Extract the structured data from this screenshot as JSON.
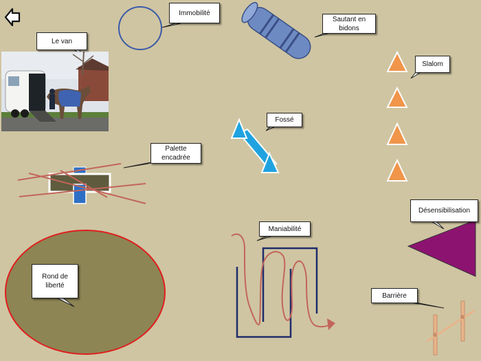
{
  "page": {
    "background": "#cfc5a2",
    "back_icon": "back-arrow-icon"
  },
  "stations": {
    "le_van": {
      "label": "Le van",
      "image": "photo of a horse being loaded into a trailer"
    },
    "immobilite": {
      "label": "Immobilité"
    },
    "sautant_bidons": {
      "label": "Sautant en\nbidons"
    },
    "slalom": {
      "label": "Slalom"
    },
    "fosse": {
      "label": "Fossé"
    },
    "palette": {
      "label": "Palette\nencadrée"
    },
    "desensibilisation": {
      "label": "Désensibilisation"
    },
    "maniabilite": {
      "label": "Maniabilité"
    },
    "rond_liberte": {
      "label": "Rond de\nliberté"
    },
    "barriere": {
      "label": "Barrière"
    }
  },
  "colors": {
    "cone_orange": "#f0954a",
    "fosse_blue": "#1fa3e0",
    "barrel_blue": "#6d8ac2",
    "ring_olive": "#8d8554",
    "ring_border": "#e01e1e",
    "triangle_purple": "#8c1470",
    "maze_navy": "#1f2c6b",
    "path_red": "#c2655a",
    "pole_tan": "#e8b48a"
  }
}
